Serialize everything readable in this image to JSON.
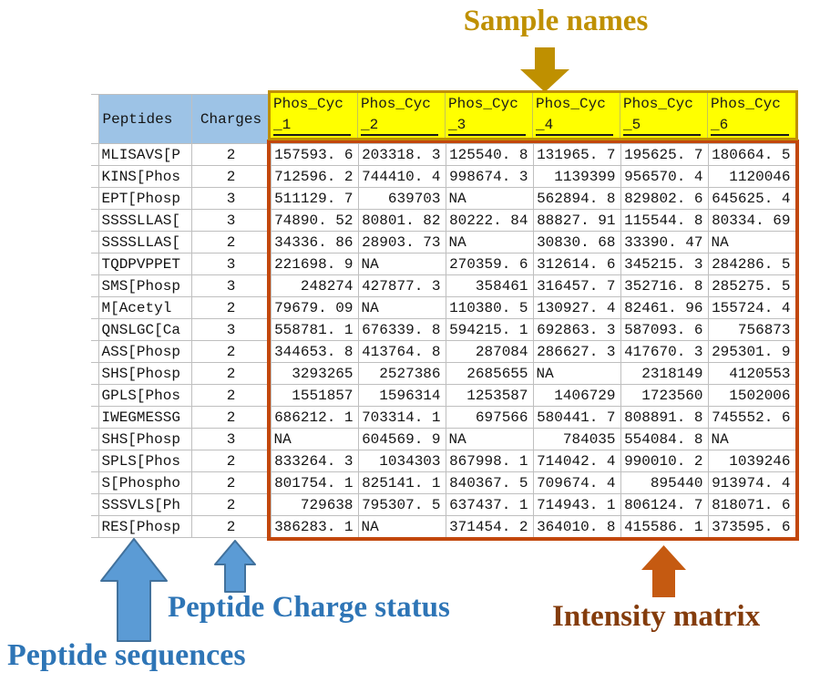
{
  "annotations": {
    "sample_names": {
      "label": "Sample names",
      "color": "#BF9000"
    },
    "peptide_sequences": {
      "label": "Peptide sequences",
      "color": "#2E75B6"
    },
    "peptide_charge_status": {
      "label": "Peptide Charge status",
      "color": "#2E75B6"
    },
    "intensity_matrix": {
      "label": "Intensity matrix",
      "color": "#843C0C"
    }
  },
  "colors": {
    "header_fill": "#9DC3E6",
    "sample_header_fill": "#FFFF00",
    "sample_header_border": "#BF9000",
    "matrix_border": "#C2470C",
    "gridline": "#BFBFBF",
    "blue_arrow_fill": "#5B9BD5",
    "blue_arrow_border": "#41719C",
    "orange_arrow_fill": "#C55A11",
    "gold_arrow_fill": "#BF9000"
  },
  "table": {
    "peptides_header": "Peptides",
    "charges_header": "Charges",
    "sample_headers": [
      {
        "top": "Phos_Cyc",
        "bottom": "_1"
      },
      {
        "top": "Phos_Cyc",
        "bottom": "_2"
      },
      {
        "top": "Phos_Cyc",
        "bottom": "_3"
      },
      {
        "top": "Phos_Cyc",
        "bottom": "_4"
      },
      {
        "top": "Phos_Cyc",
        "bottom": "_5"
      },
      {
        "top": "Phos_Cyc",
        "bottom": "_6"
      }
    ],
    "rows": [
      {
        "peptide": "MLISAVS[P",
        "charge": "2",
        "values": [
          "157593. 6",
          "203318. 3",
          "125540. 8",
          "131965. 7",
          "195625. 7",
          "180664. 5"
        ]
      },
      {
        "peptide": "KINS[Phos",
        "charge": "2",
        "values": [
          "712596. 2",
          "744410. 4",
          "998674. 3",
          "1139399",
          "956570. 4",
          "1120046"
        ]
      },
      {
        "peptide": "EPT[Phosp",
        "charge": "3",
        "values": [
          "511129. 7",
          "639703",
          "NA",
          "562894. 8",
          "829802. 6",
          "645625. 4"
        ]
      },
      {
        "peptide": "SSSSLLAS[",
        "charge": "3",
        "values": [
          "74890. 52",
          "80801. 82",
          "80222. 84",
          "88827. 91",
          "115544. 8",
          "80334. 69"
        ]
      },
      {
        "peptide": "SSSSLLAS[",
        "charge": "2",
        "values": [
          "34336. 86",
          "28903. 73",
          "NA",
          "30830. 68",
          "33390. 47",
          "NA"
        ]
      },
      {
        "peptide": "TQDPVPPET",
        "charge": "3",
        "values": [
          "221698. 9",
          "NA",
          "270359. 6",
          "312614. 6",
          "345215. 3",
          "284286. 5"
        ]
      },
      {
        "peptide": "SMS[Phosp",
        "charge": "3",
        "values": [
          "248274",
          "427877. 3",
          "358461",
          "316457. 7",
          "352716. 8",
          "285275. 5"
        ]
      },
      {
        "peptide": "M[Acetyl",
        "charge": "2",
        "values": [
          "79679. 09",
          "NA",
          "110380. 5",
          "130927. 4",
          "82461. 96",
          "155724. 4"
        ]
      },
      {
        "peptide": "QNSLGC[Ca",
        "charge": "3",
        "values": [
          "558781. 1",
          "676339. 8",
          "594215. 1",
          "692863. 3",
          "587093. 6",
          "756873"
        ]
      },
      {
        "peptide": "ASS[Phosp",
        "charge": "2",
        "values": [
          "344653. 8",
          "413764. 8",
          "287084",
          "286627. 3",
          "417670. 3",
          "295301. 9"
        ]
      },
      {
        "peptide": "SHS[Phosp",
        "charge": "2",
        "values": [
          "3293265",
          "2527386",
          "2685655",
          "NA",
          "2318149",
          "4120553"
        ]
      },
      {
        "peptide": "GPLS[Phos",
        "charge": "2",
        "values": [
          "1551857",
          "1596314",
          "1253587",
          "1406729",
          "1723560",
          "1502006"
        ]
      },
      {
        "peptide": "IWEGMESSG",
        "charge": "2",
        "values": [
          "686212. 1",
          "703314. 1",
          "697566",
          "580441. 7",
          "808891. 8",
          "745552. 6"
        ]
      },
      {
        "peptide": "SHS[Phosp",
        "charge": "3",
        "values": [
          "NA",
          "604569. 9",
          "NA",
          "784035",
          "554084. 8",
          "NA"
        ]
      },
      {
        "peptide": "SPLS[Phos",
        "charge": "2",
        "values": [
          "833264. 3",
          "1034303",
          "867998. 1",
          "714042. 4",
          "990010. 2",
          "1039246"
        ]
      },
      {
        "peptide": "S[Phospho",
        "charge": "2",
        "values": [
          "801754. 1",
          "825141. 1",
          "840367. 5",
          "709674. 4",
          "895440",
          "913974. 4"
        ]
      },
      {
        "peptide": "SSSVLS[Ph",
        "charge": "2",
        "values": [
          "729638",
          "795307. 5",
          "637437. 1",
          "714943. 1",
          "806124. 7",
          "818071. 6"
        ]
      },
      {
        "peptide": "RES[Phosp",
        "charge": "2",
        "values": [
          "386283. 1",
          "NA",
          "371454. 2",
          "364010. 8",
          "415586. 1",
          "373595. 6"
        ]
      }
    ]
  }
}
